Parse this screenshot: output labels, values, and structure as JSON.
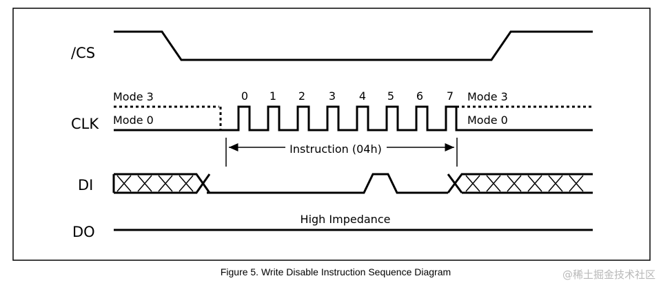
{
  "signals": {
    "cs": "/CS",
    "clk": "CLK",
    "di": "DI",
    "do": "DO"
  },
  "clk_modes": {
    "mode3_left": "Mode 3",
    "mode0_left": "Mode 0",
    "mode3_right": "Mode 3",
    "mode0_right": "Mode 0"
  },
  "clock_numbers": [
    "0",
    "1",
    "2",
    "3",
    "4",
    "5",
    "6",
    "7"
  ],
  "instruction_label": "Instruction (04h)",
  "do_state": "High Impedance",
  "caption": "Figure 5. Write Disable Instruction Sequence Diagram",
  "watermark": "@稀土掘金技术社区"
}
